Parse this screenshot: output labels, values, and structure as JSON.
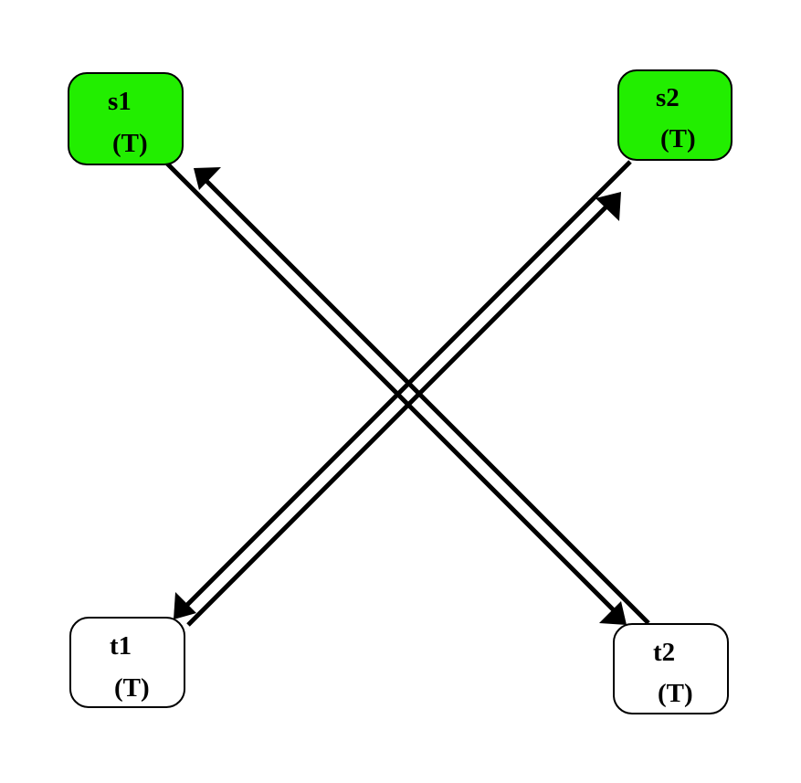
{
  "nodes": [
    {
      "id": "s1",
      "name": "s1",
      "sub": "(T)",
      "fill": "#22ee00"
    },
    {
      "id": "s2",
      "name": "s2",
      "sub": "(T)",
      "fill": "#22ee00"
    },
    {
      "id": "t1",
      "name": "t1",
      "sub": "(T)",
      "fill": "#ffffff"
    },
    {
      "id": "t2",
      "name": "t2",
      "sub": "(T)",
      "fill": "#ffffff"
    }
  ],
  "edges": [
    {
      "from": "s1",
      "to": "t2"
    },
    {
      "from": "t2",
      "to": "s1"
    },
    {
      "from": "s2",
      "to": "t1"
    },
    {
      "from": "t1",
      "to": "s2"
    }
  ],
  "colors": {
    "source_fill": "#22ee00",
    "target_fill": "#ffffff",
    "stroke": "#000000"
  }
}
